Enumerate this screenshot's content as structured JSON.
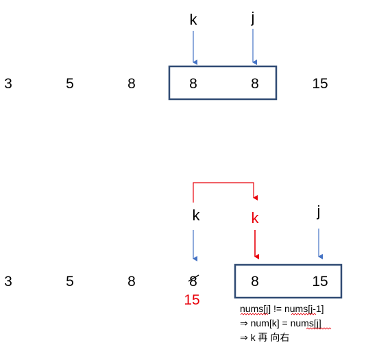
{
  "top": {
    "values": [
      "3",
      "5",
      "8",
      "8",
      "8",
      "15"
    ],
    "pointer_k": "k",
    "pointer_j": "j"
  },
  "bottom": {
    "values": [
      "3",
      "5",
      "8",
      "8",
      "8",
      "15"
    ],
    "pointer_k_old": "k",
    "pointer_k_new": "k",
    "pointer_j": "j",
    "replacement_value": "15",
    "note_line1": "nums[j] != nums[j-1]",
    "note_line2": "⇒ num[k] = nums[j]",
    "note_line3": "⇒ k 再 向右"
  },
  "colors": {
    "box": "#2f4a73",
    "blue_arrow": "#4472c4",
    "red": "#e8000b",
    "text": "#000000"
  }
}
